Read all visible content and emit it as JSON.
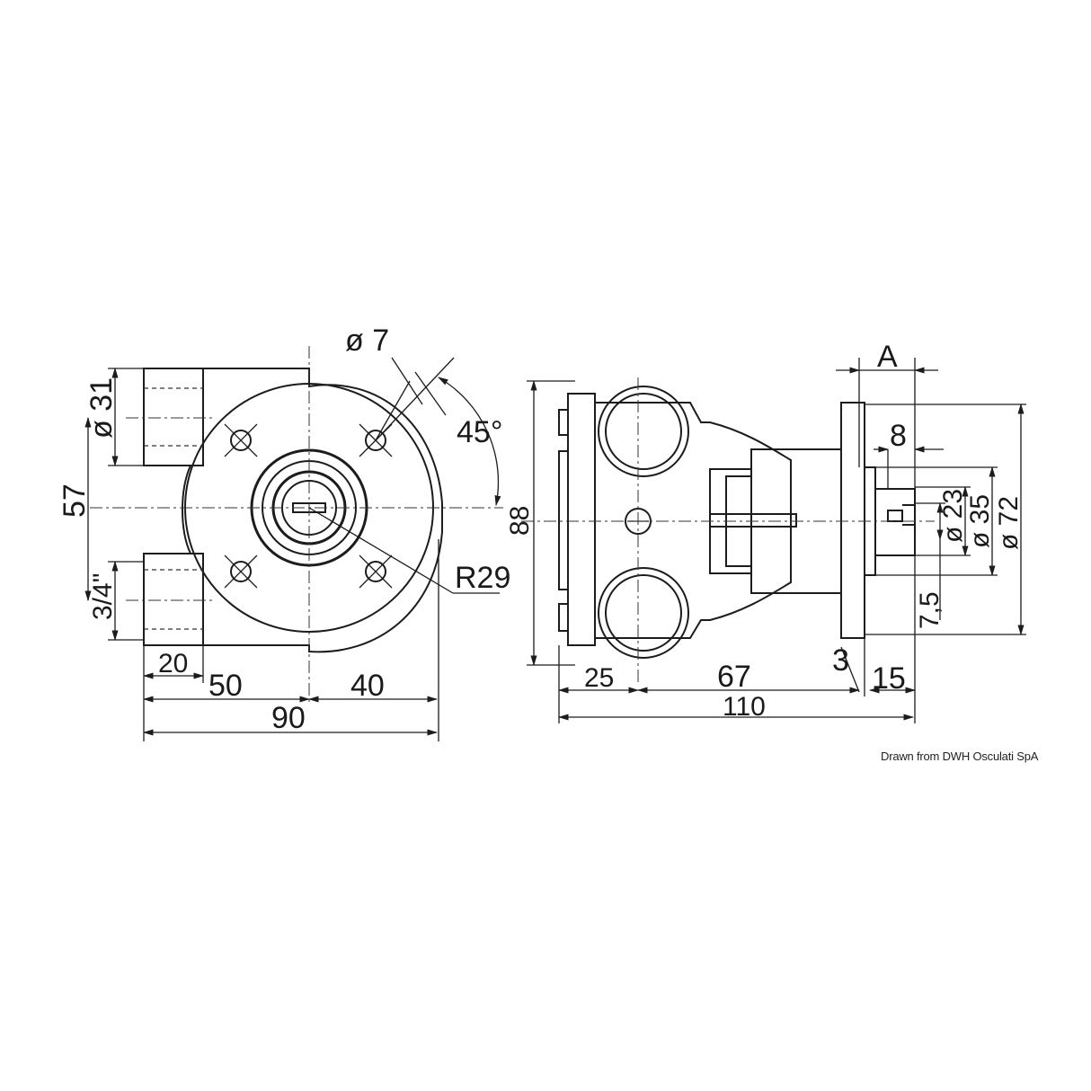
{
  "front_view": {
    "dims": {
      "port_dia": "ø 31",
      "height": "57",
      "thread": "3/4\"",
      "port_len": "20",
      "left": "50",
      "right": "40",
      "overall": "90",
      "hole": "ø 7",
      "angle": "45°",
      "radius": "R29"
    }
  },
  "side_view": {
    "dims": {
      "height": "88",
      "a": "A",
      "shaft_len": "8",
      "d_small": "ø 23",
      "d_mid": "ø 35",
      "d_large": "ø 72",
      "offset": "7,5",
      "flange": "3",
      "tip": "15",
      "body_front": "25",
      "body_mid": "67",
      "overall": "110"
    }
  },
  "credit": "Drawn from DWH Osculati SpA"
}
